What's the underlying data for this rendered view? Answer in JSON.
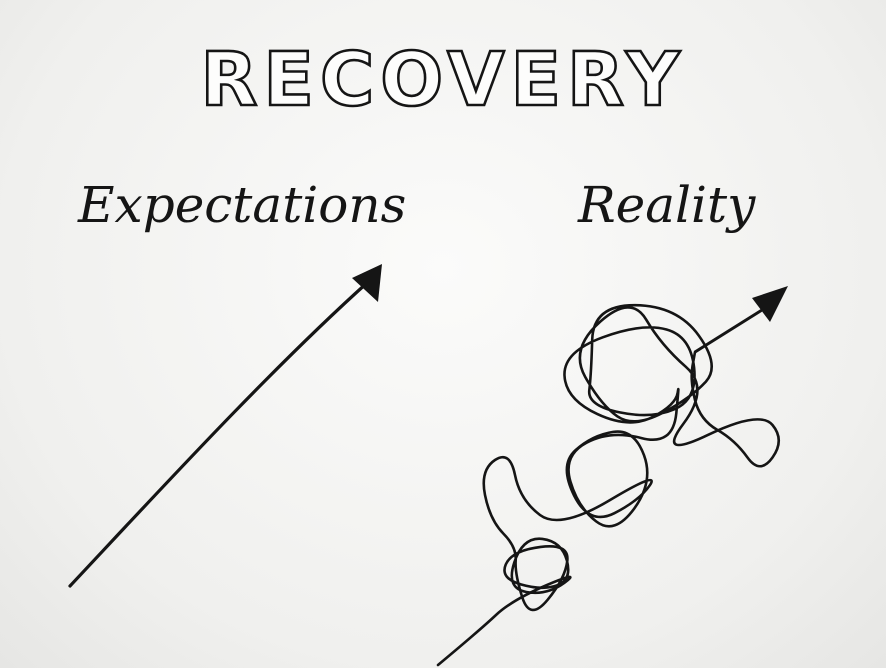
{
  "title": "RECOVERY",
  "left_panel": {
    "label": "Expectations"
  },
  "right_panel": {
    "label": "Reality"
  },
  "ink_color": "#151515"
}
